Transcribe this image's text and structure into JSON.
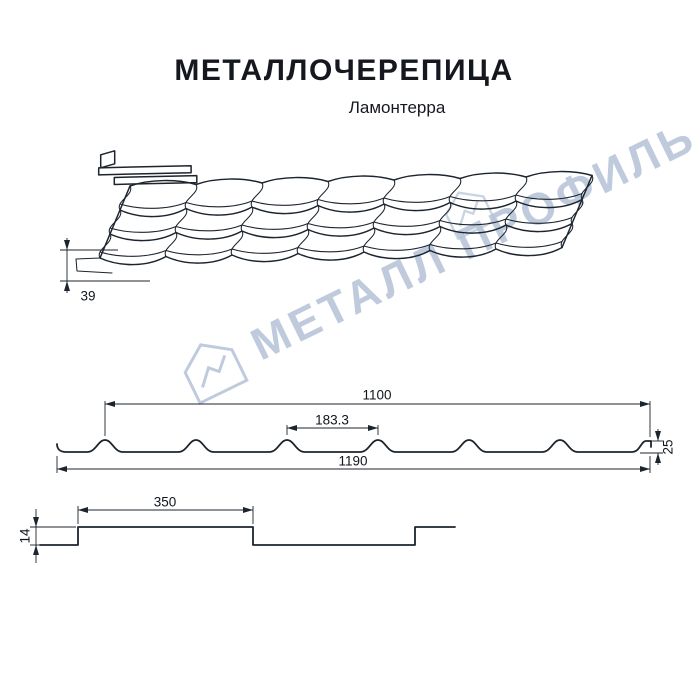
{
  "title": "МЕТАЛЛОЧЕРЕПИЦА",
  "subtitle": "Ламонтерра",
  "watermark": {
    "text": "МЕТАЛЛ ПРОФИЛЬ"
  },
  "colors": {
    "line": "#1c242e",
    "watermark": "#b5c3d7",
    "background": "#ffffff"
  },
  "dimensions": {
    "tile_step_height": "39",
    "cover_width": "1100",
    "wave_pitch": "183.3",
    "profile_height": "25",
    "full_width": "1190",
    "module_length": "350",
    "bend_height": "14"
  }
}
